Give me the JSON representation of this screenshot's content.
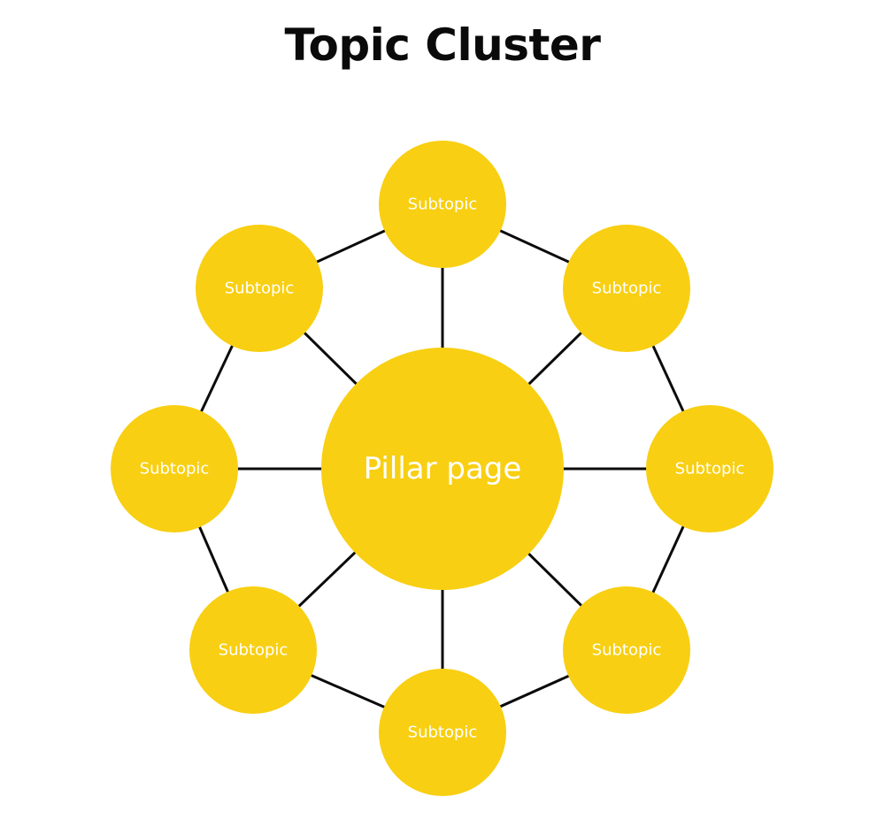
{
  "title": "Topic Cluster",
  "colors": {
    "node": "#f8cf12",
    "edge": "#0b0b0b",
    "label": "#ffffff"
  },
  "center": {
    "id": "pillar",
    "label": "Pillar page"
  },
  "subtopics": [
    {
      "id": "top",
      "label": "Subtopic"
    },
    {
      "id": "top-right",
      "label": "Subtopic"
    },
    {
      "id": "right",
      "label": "Subtopic"
    },
    {
      "id": "bottom-right",
      "label": "Subtopic"
    },
    {
      "id": "bottom",
      "label": "Subtopic"
    },
    {
      "id": "bottom-left",
      "label": "Subtopic"
    },
    {
      "id": "left",
      "label": "Subtopic"
    },
    {
      "id": "top-left",
      "label": "Subtopic"
    }
  ],
  "edges": {
    "spokes": [
      "top",
      "top-right",
      "right",
      "bottom-right",
      "bottom",
      "bottom-left",
      "left",
      "top-left"
    ],
    "ring": [
      [
        "top",
        "top-right"
      ],
      [
        "top-right",
        "right"
      ],
      [
        "right",
        "bottom-right"
      ],
      [
        "bottom-right",
        "bottom"
      ],
      [
        "bottom",
        "bottom-left"
      ],
      [
        "bottom-left",
        "left"
      ],
      [
        "left",
        "top-left"
      ],
      [
        "top-left",
        "top"
      ]
    ]
  }
}
